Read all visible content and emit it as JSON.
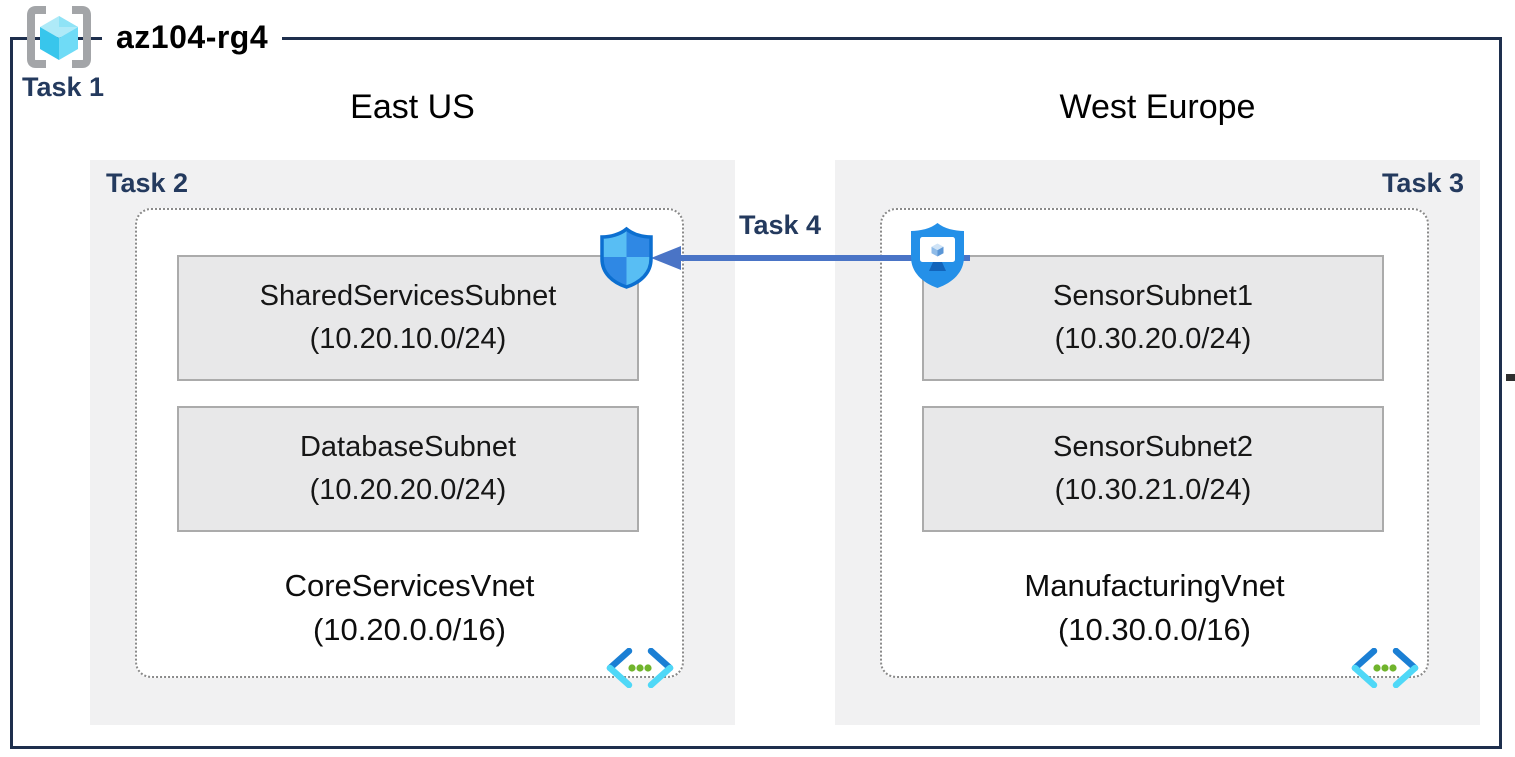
{
  "title": {
    "name": "az104-rg4",
    "task": "Task 1"
  },
  "regions": [
    {
      "name": "East US",
      "task": "Task 2",
      "vnet": {
        "name": "CoreServicesVnet",
        "cidr": "(10.20.0.0/16)"
      },
      "subnets": [
        {
          "name": "SharedServicesSubnet",
          "cidr": "(10.20.10.0/24)"
        },
        {
          "name": "DatabaseSubnet",
          "cidr": "(10.20.20.0/24)"
        }
      ]
    },
    {
      "name": "West Europe",
      "task": "Task 3",
      "vnet": {
        "name": "ManufacturingVnet",
        "cidr": "(10.30.0.0/16)"
      },
      "subnets": [
        {
          "name": "SensorSubnet1",
          "cidr": "(10.30.20.0/24)"
        },
        {
          "name": "SensorSubnet2",
          "cidr": "(10.30.21.0/24)"
        }
      ]
    }
  ],
  "connection": {
    "label": "Task 4",
    "direction": "west-europe-to-east-us"
  },
  "icons": {
    "resource_group": "resource-group-icon",
    "nsg": "network-security-group-shield-icon",
    "shielded_vm": "shielded-monitor-icon",
    "vnet": "virtual-network-icon"
  },
  "colors": {
    "outer_border": "#1e2f4d",
    "task_label": "#243a5e",
    "arrow": "#4a74c6",
    "region_fill": "#f1f1f2",
    "subnet_fill": "#e8e8e9",
    "azure_blue": "#2490e8",
    "azure_cyan": "#50e6ff",
    "vnet_dot_green": "#76bc2d"
  }
}
